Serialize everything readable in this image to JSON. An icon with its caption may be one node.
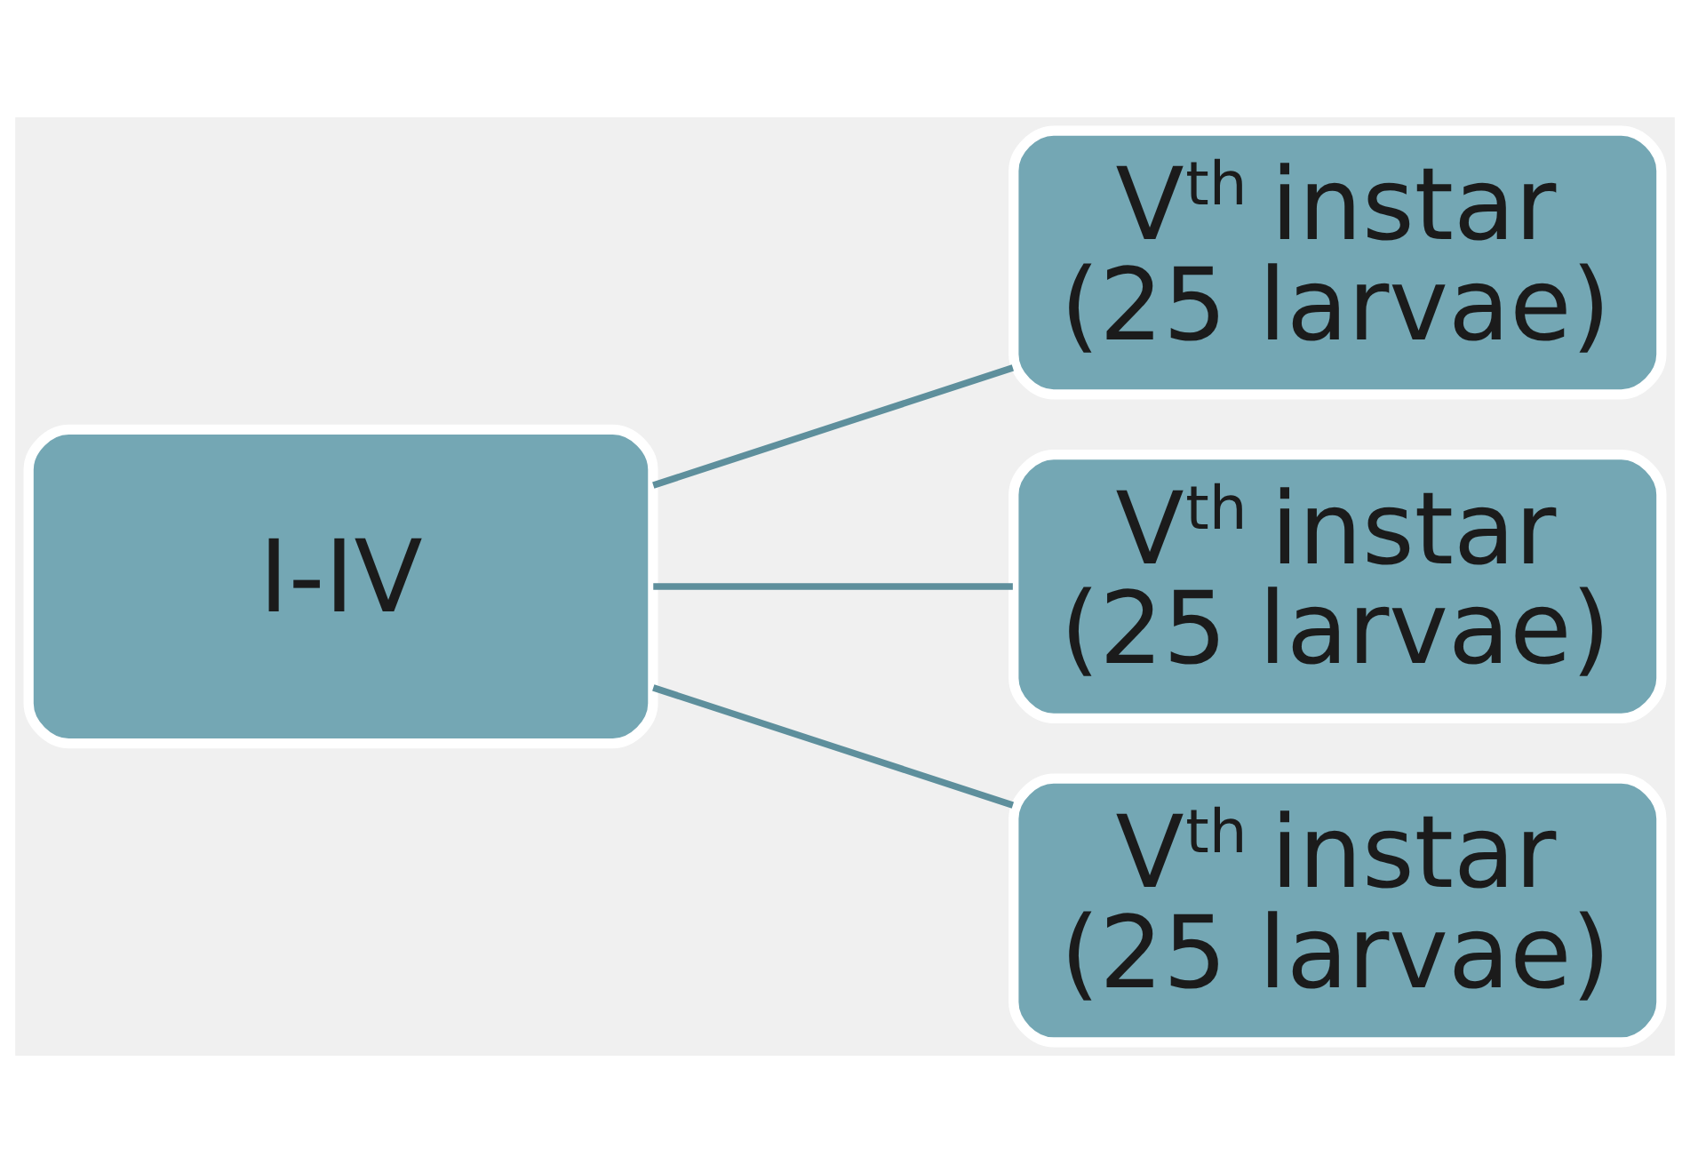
{
  "diagram": {
    "nodes": [
      {
        "text": [
          "I-IV"
        ]
      },
      {
        "text": [
          "V$^{th}$ instar (25 larvae)"
        ]
      },
      {
        "text": [
          "V$^{th}$ instar (25 larvae)"
        ]
      },
      {
        "text": [
          "V$^{th}$ instar (25 larvae)"
        ]
      }
    ],
    "edges": [
      {
        "from": 0,
        "to": 1,
        "arrow": "none"
      },
      {
        "from": 0,
        "to": 2,
        "arrow": "none"
      },
      {
        "from": 0,
        "to": 3,
        "arrow": "none"
      }
    ]
  }
}
